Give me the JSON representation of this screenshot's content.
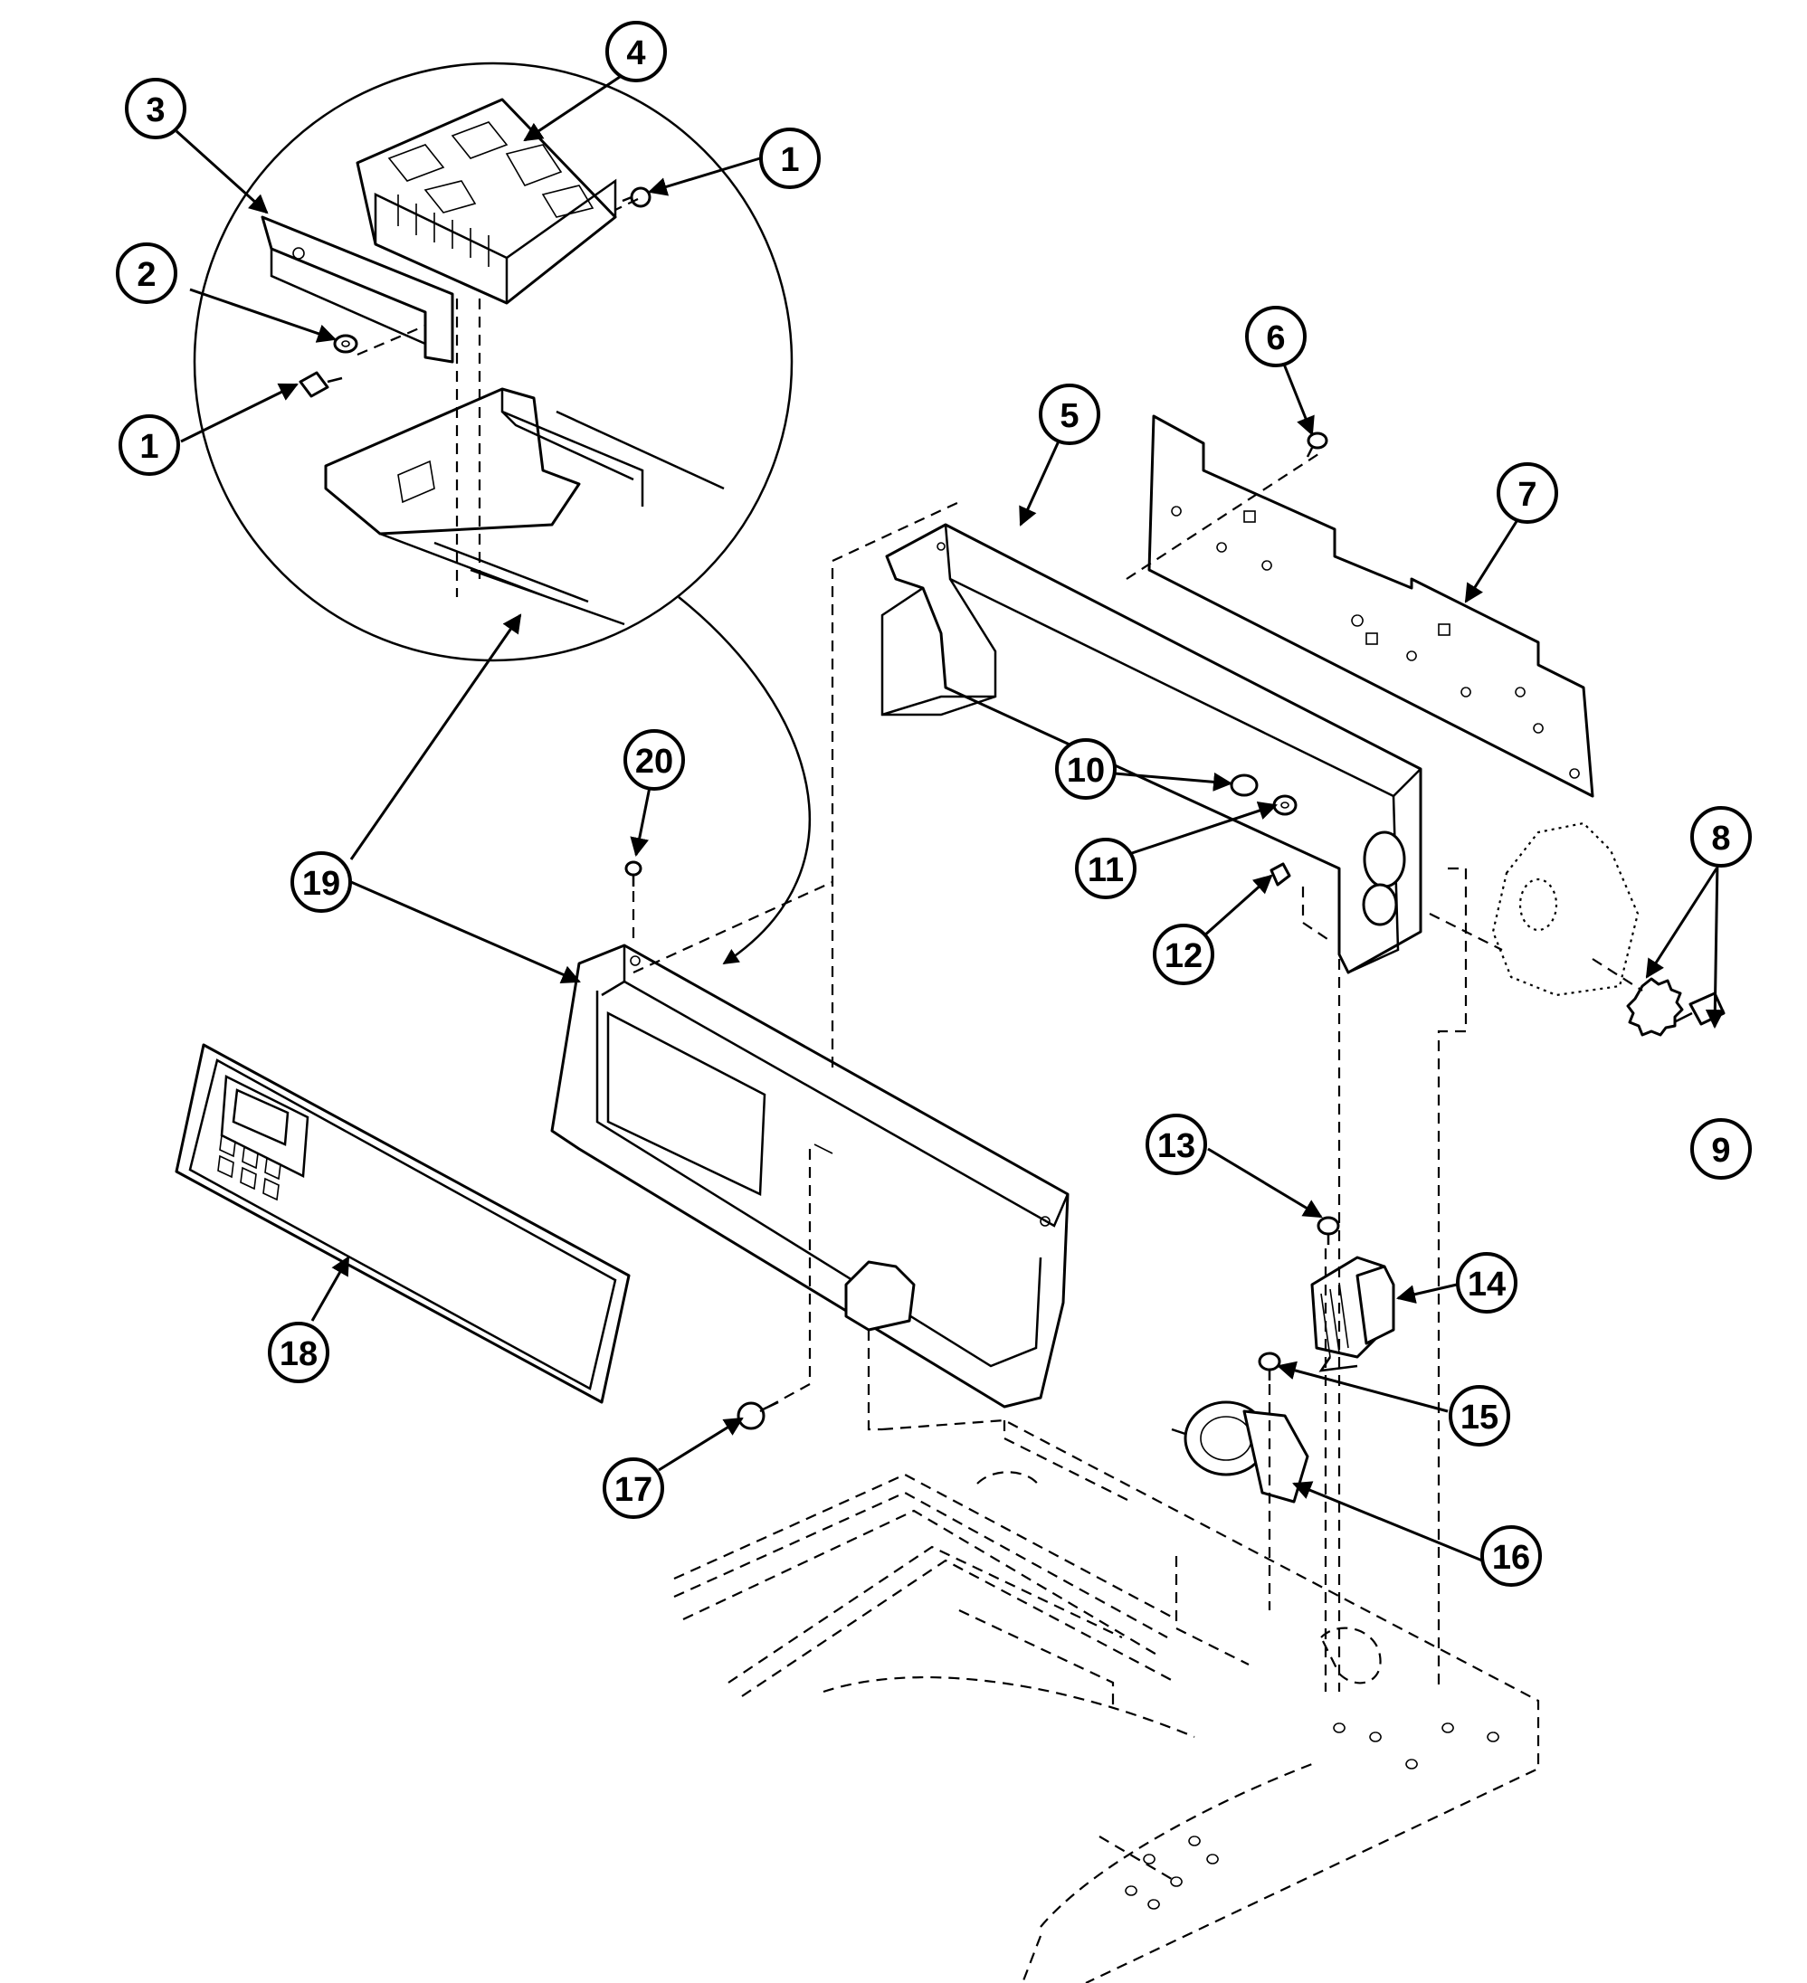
{
  "callouts": [
    {
      "id": "c1a",
      "label": "1"
    },
    {
      "id": "c1b",
      "label": "1"
    },
    {
      "id": "c2",
      "label": "2"
    },
    {
      "id": "c3",
      "label": "3"
    },
    {
      "id": "c4",
      "label": "4"
    },
    {
      "id": "c5",
      "label": "5"
    },
    {
      "id": "c6",
      "label": "6"
    },
    {
      "id": "c7",
      "label": "7"
    },
    {
      "id": "c8",
      "label": "8"
    },
    {
      "id": "c9",
      "label": "9"
    },
    {
      "id": "c10",
      "label": "10"
    },
    {
      "id": "c11",
      "label": "11"
    },
    {
      "id": "c12",
      "label": "12"
    },
    {
      "id": "c13",
      "label": "13"
    },
    {
      "id": "c14",
      "label": "14"
    },
    {
      "id": "c15",
      "label": "15"
    },
    {
      "id": "c16",
      "label": "16"
    },
    {
      "id": "c17",
      "label": "17"
    },
    {
      "id": "c18",
      "label": "18"
    },
    {
      "id": "c19",
      "label": "19"
    },
    {
      "id": "c20",
      "label": "20"
    }
  ],
  "colors": {
    "ink": "#000000",
    "paper": "#ffffff"
  }
}
